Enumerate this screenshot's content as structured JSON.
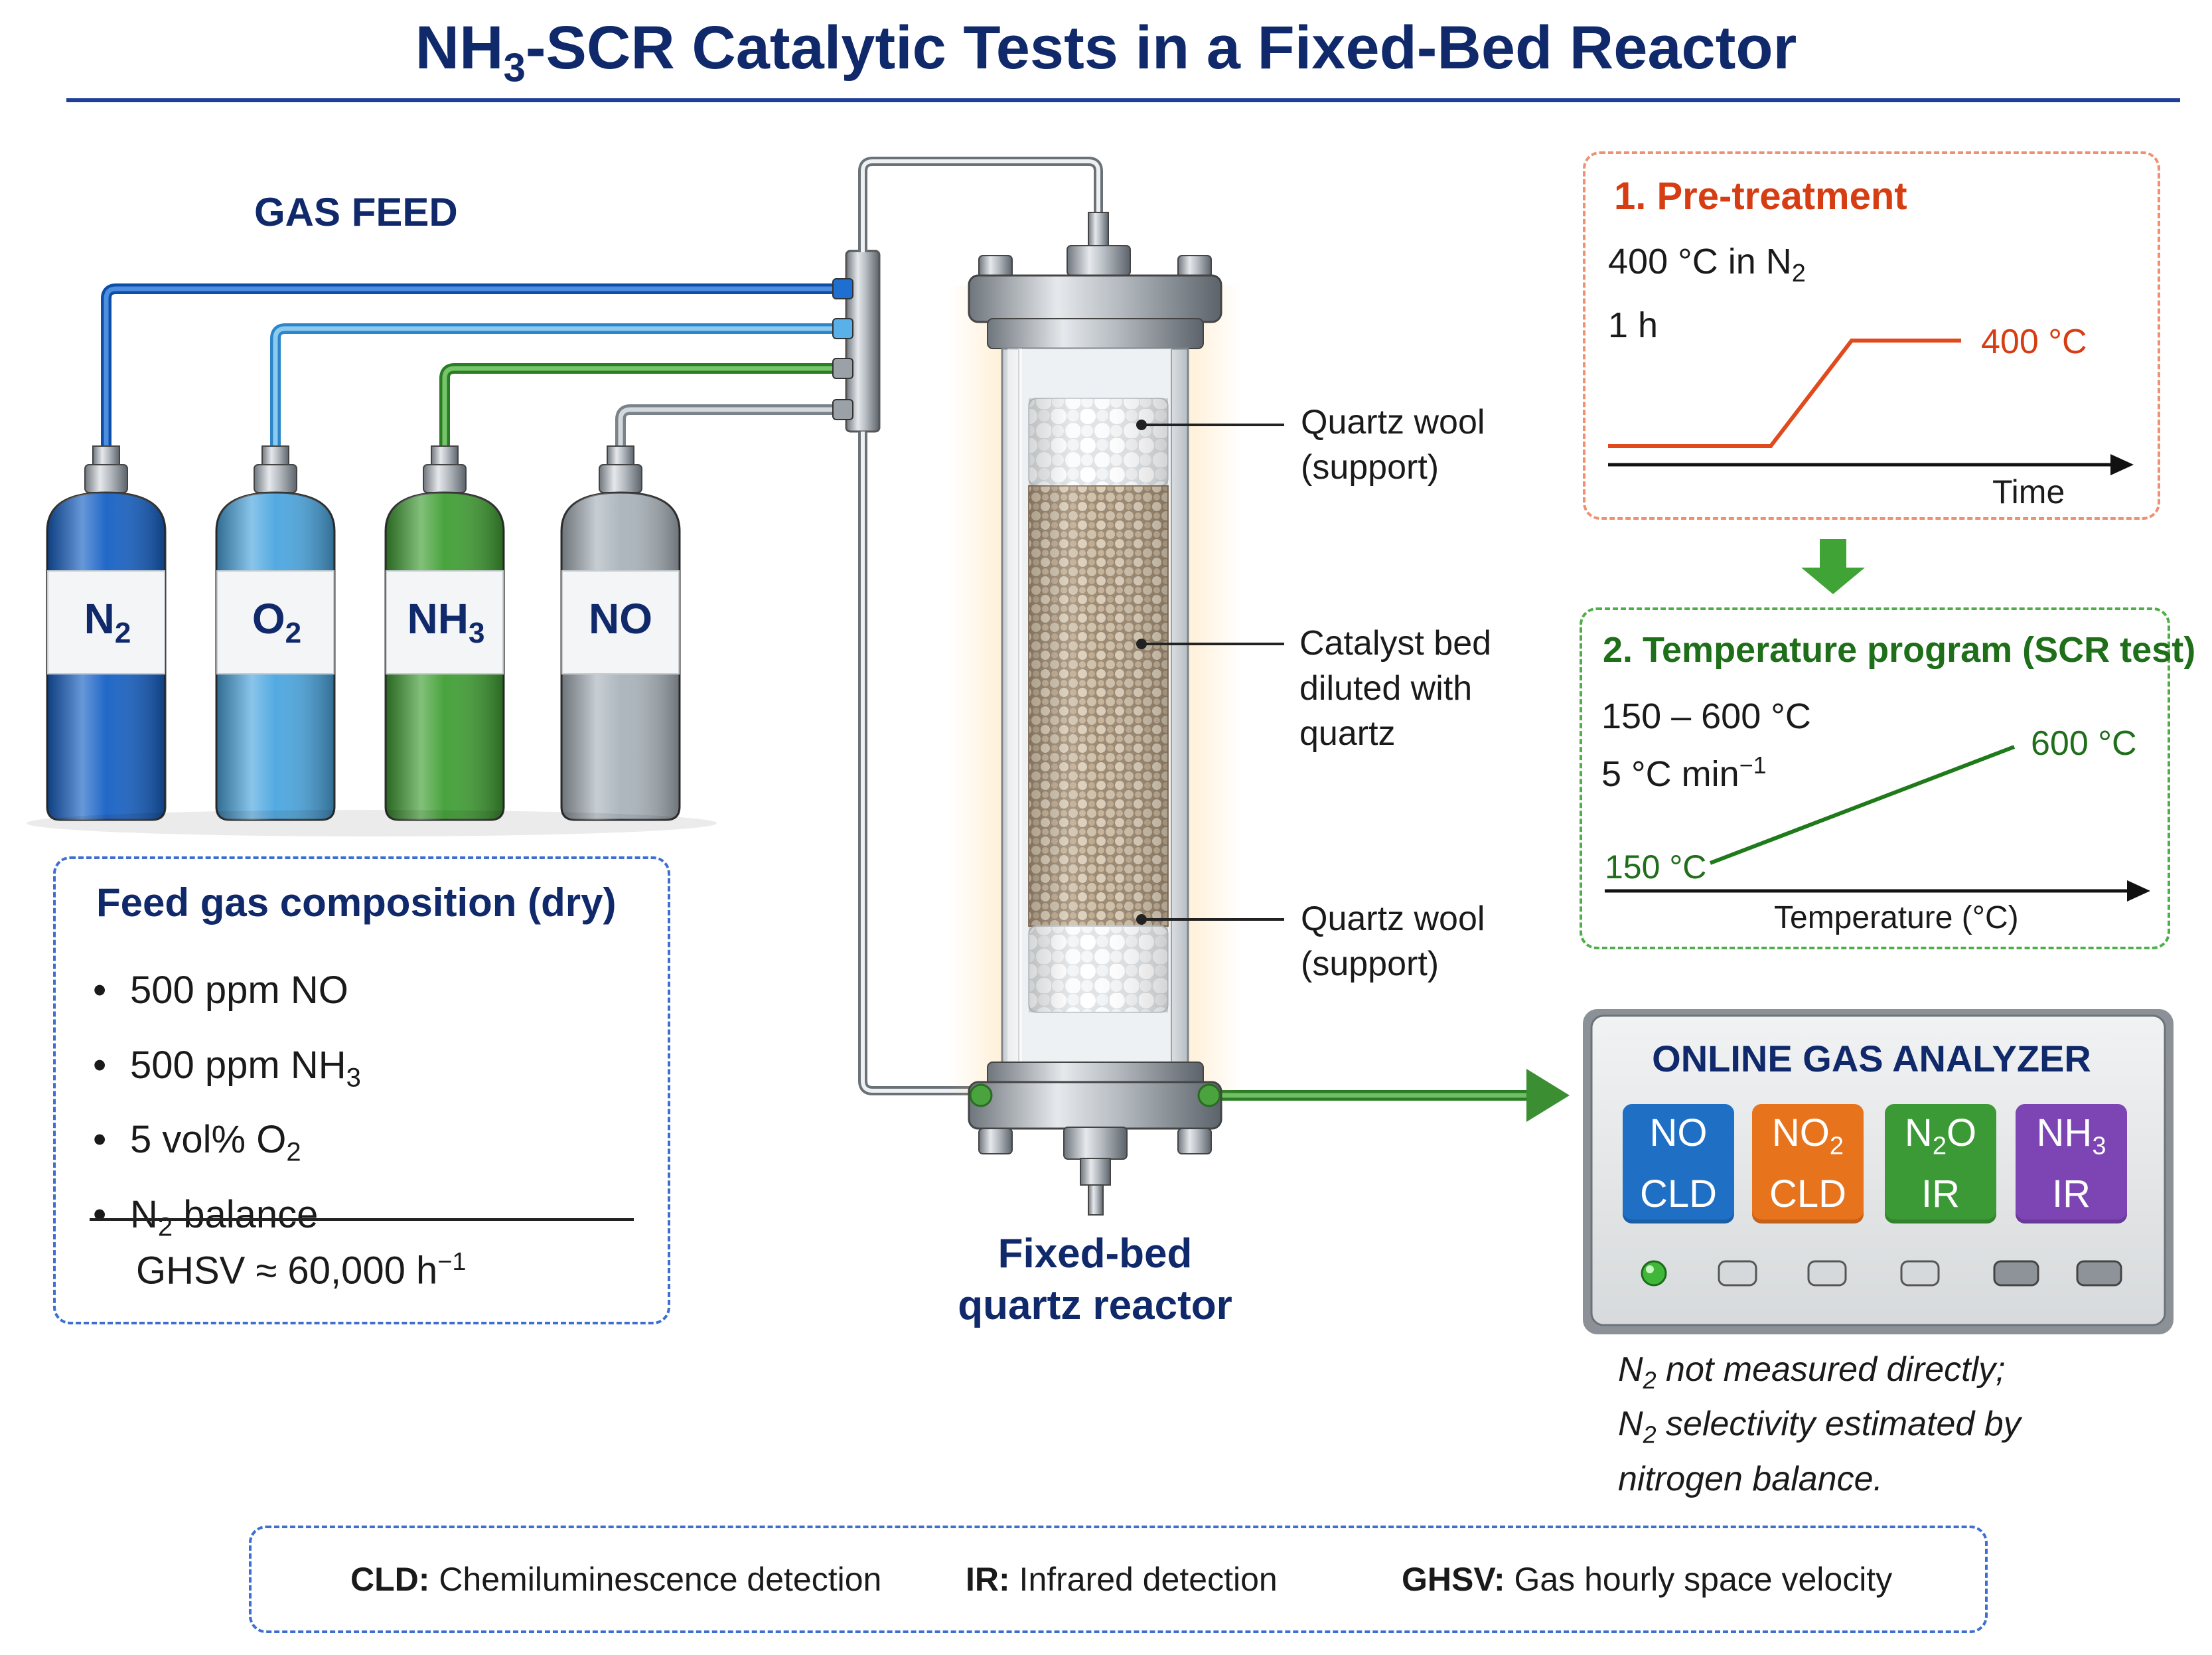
{
  "title": {
    "pre": "NH",
    "sub": "3",
    "post": "-SCR Catalytic Tests in a Fixed-Bed Reactor"
  },
  "gas_feed": {
    "label": "GAS FEED",
    "cylinders": [
      {
        "main": "N",
        "sub": "2",
        "color": "#1560c4"
      },
      {
        "main": "O",
        "sub": "2",
        "color": "#4aa6e0"
      },
      {
        "main": "NH",
        "sub": "3",
        "color": "#3f9e33"
      },
      {
        "main": "NO",
        "sub": "",
        "color": "#a9b3bb"
      }
    ]
  },
  "feed_composition": {
    "title": "Feed gas composition (dry)",
    "items": [
      {
        "pre": "500 ppm NO",
        "sub": "",
        "post": ""
      },
      {
        "pre": "500 ppm NH",
        "sub": "3",
        "post": ""
      },
      {
        "pre": "5 vol% O",
        "sub": "2",
        "post": ""
      },
      {
        "pre": "N",
        "sub": "2",
        "post": " balance"
      }
    ],
    "ghsv": {
      "main": "GHSV ≈ 60,000 h",
      "sup": "−1"
    }
  },
  "reactor": {
    "labels": {
      "quartz_wool_top": [
        "Quartz wool",
        "(support)"
      ],
      "catalyst_bed": [
        "Catalyst bed",
        "diluted with",
        "quartz"
      ],
      "quartz_wool_bottom": [
        "Quartz wool",
        "(support)"
      ]
    },
    "caption": [
      "Fixed-bed",
      "quartz reactor"
    ]
  },
  "pretreatment": {
    "title": "1. Pre-treatment",
    "condition_pre": "400 °C in N",
    "condition_sub": "2",
    "duration": "1 h",
    "temp_label": "400 °C",
    "axis_label": "Time"
  },
  "temperature_program": {
    "title": "2. Temperature program (SCR test)",
    "range": "150 – 600 °C",
    "rate_main": "5 °C min",
    "rate_sup": "−1",
    "high_label": "600 °C",
    "low_label": "150 °C",
    "axis_label": "Temperature (°C)"
  },
  "analyzer": {
    "title": "ONLINE GAS ANALYZER",
    "tiles": [
      {
        "pre": "NO",
        "sub": "",
        "post": "",
        "method": "CLD",
        "color": "#1f6fc5"
      },
      {
        "pre": "NO",
        "sub": "2",
        "post": "",
        "method": "CLD",
        "color": "#e8731d"
      },
      {
        "pre": "N",
        "sub": "2",
        "post": "O",
        "method": "IR",
        "color": "#3c9a36"
      },
      {
        "pre": "NH",
        "sub": "3",
        "post": "",
        "method": "IR",
        "color": "#7d44b4"
      }
    ],
    "note": [
      {
        "pre": "N",
        "sub": "2",
        "post": " not measured directly;"
      },
      {
        "pre": "N",
        "sub": "2",
        "post": " selectivity estimated by"
      },
      {
        "pre": "nitrogen balance.",
        "sub": "",
        "post": ""
      }
    ]
  },
  "legend": [
    {
      "term": "CLD:",
      "def": " Chemiluminescence detection"
    },
    {
      "term": "IR:",
      "def": " Infrared detection"
    },
    {
      "term": "GHSV:",
      "def": " Gas hourly space velocity"
    }
  ]
}
